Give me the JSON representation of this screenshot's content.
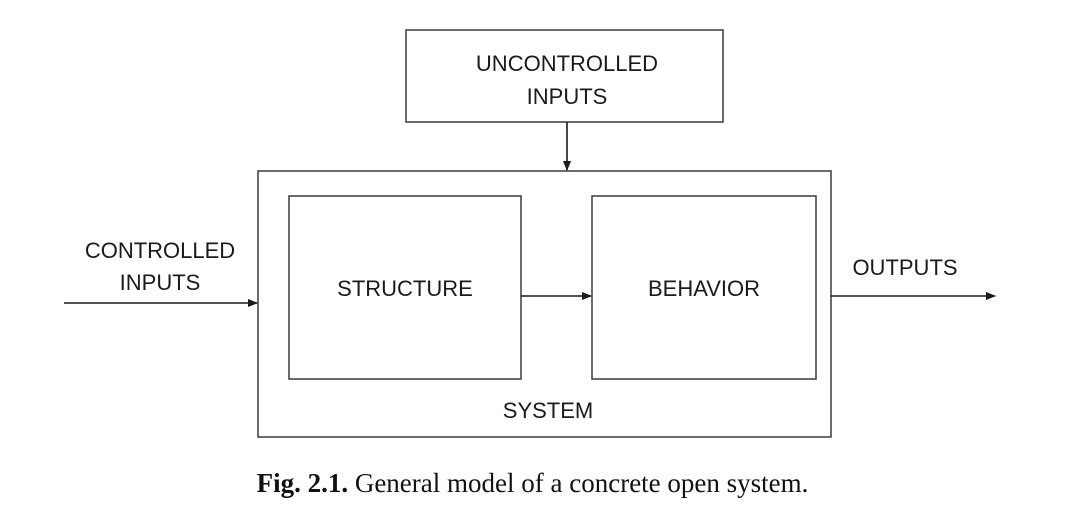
{
  "diagram": {
    "uncontrolled_inputs": {
      "line1": "UNCONTROLLED",
      "line2": "INPUTS"
    },
    "controlled_inputs": {
      "line1": "CONTROLLED",
      "line2": "INPUTS"
    },
    "structure_label": "STRUCTURE",
    "behavior_label": "BEHAVIOR",
    "system_label": "SYSTEM",
    "outputs_label": "OUTPUTS",
    "stroke_color": "#3a3a3a",
    "text_color": "#1a1a1a"
  },
  "caption": {
    "figure_number": "Fig. 2.1.",
    "text": "General model of a concrete open system."
  }
}
